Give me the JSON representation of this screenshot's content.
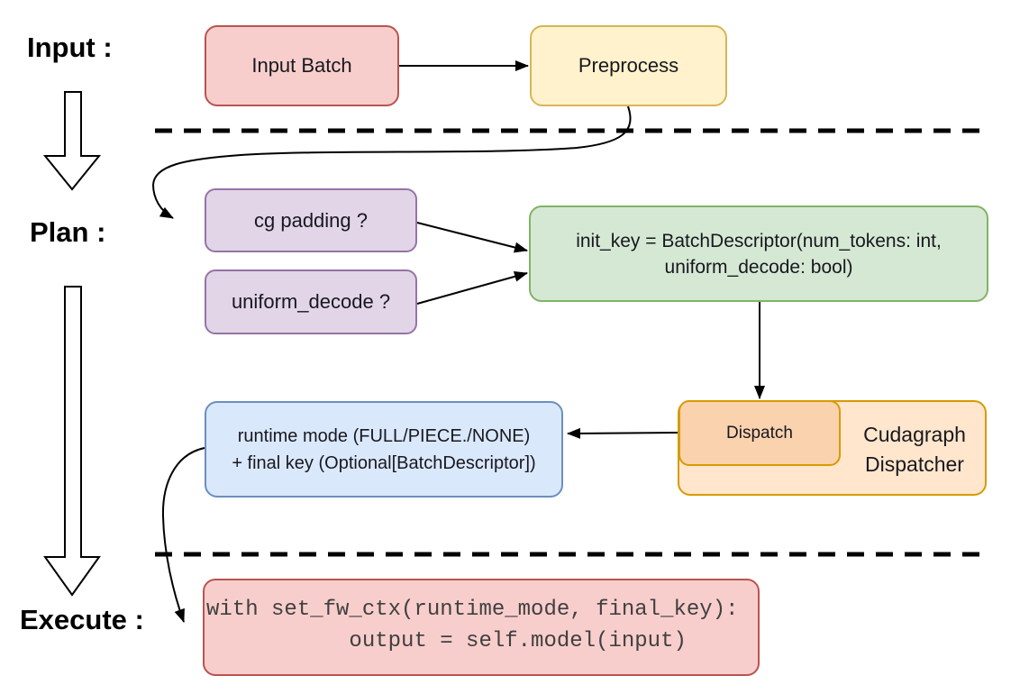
{
  "labels": {
    "input": "Input :",
    "plan": "Plan :",
    "execute": "Execute :"
  },
  "nodes": {
    "input_batch": {
      "label": "Input Batch",
      "fill": "#f8cecc",
      "stroke": "#b85450"
    },
    "preprocess": {
      "label": "Preprocess",
      "fill": "#fff2cc",
      "stroke": "#d6b656"
    },
    "cg_padding": {
      "label": "cg padding ?",
      "fill": "#e1d5e7",
      "stroke": "#9673a6"
    },
    "uniform_decode": {
      "label": "uniform_decode ?",
      "fill": "#e1d5e7",
      "stroke": "#9673a6"
    },
    "init_key": {
      "line1": "init_key = BatchDescriptor(num_tokens: int,",
      "line2": "uniform_decode: bool)",
      "fill": "#d5e8d4",
      "stroke": "#82b366"
    },
    "runtime_key": {
      "line1": "runtime mode (FULL/PIECE./NONE)",
      "line2": "+ final key (Optional[BatchDescriptor])",
      "fill": "#dae8fc",
      "stroke": "#6c8ebf"
    },
    "dispatch": {
      "label": "Dispatch",
      "fill": "#fad2ae",
      "stroke": "#d79b00"
    },
    "cudagraph_dispatcher": {
      "line1": "Cudagraph",
      "line2": "Dispatcher",
      "fill": "#ffe6cc",
      "stroke": "#d79b00"
    },
    "execute_code": {
      "line1": "with set_fw_ctx(runtime_mode, final_key):",
      "line2": "       output = self.model(input)",
      "fill": "#f8cecc",
      "stroke": "#b85450",
      "text_color": "#404040"
    }
  },
  "connectors": {
    "color": "#000000",
    "divider_style": "dashed"
  }
}
